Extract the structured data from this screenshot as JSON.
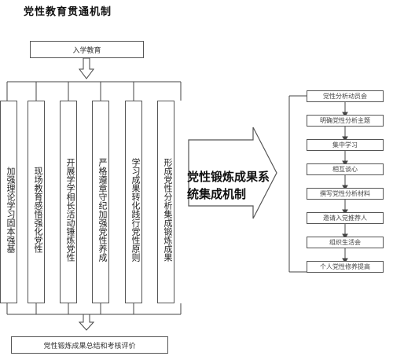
{
  "title": "党性教育贯通机制",
  "top_box": "入学教育",
  "columns": [
    "加强理论学习固本强基",
    "现场教育感悟强化党性",
    "开展学学相长活动锤炼党性",
    "严格遵章守纪加强党性养成",
    "学习成果转化践行党性原则",
    "形成党性分析集成锻炼成果"
  ],
  "bottom_box": "党性锻炼成果总结和考核评价",
  "middle_label": "党性锻炼成果系统集成机制",
  "right_steps": [
    "党性分析动员会",
    "明确党性分析主题",
    "集中学习",
    "相互谈心",
    "撰写党性分析材料",
    "邀请入党推荐人",
    "组织生活会",
    "个人党性修养提高"
  ]
}
